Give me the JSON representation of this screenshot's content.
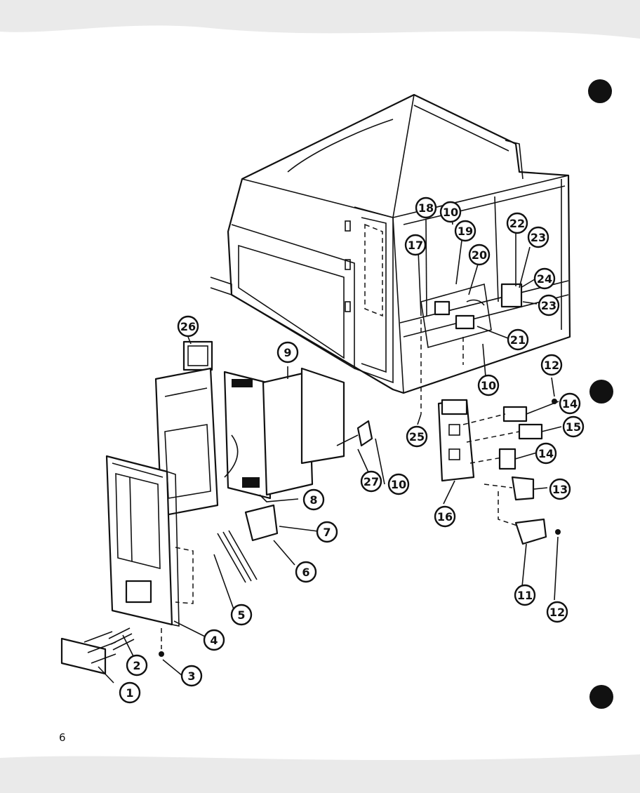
{
  "page_number": "6",
  "callouts": [
    {
      "label": "1"
    },
    {
      "label": "2"
    },
    {
      "label": "3"
    },
    {
      "label": "4"
    },
    {
      "label": "5"
    },
    {
      "label": "6"
    },
    {
      "label": "7"
    },
    {
      "label": "8"
    },
    {
      "label": "9"
    },
    {
      "label": "10"
    },
    {
      "label": "10"
    },
    {
      "label": "10"
    },
    {
      "label": "11"
    },
    {
      "label": "12"
    },
    {
      "label": "12"
    },
    {
      "label": "13"
    },
    {
      "label": "14"
    },
    {
      "label": "14"
    },
    {
      "label": "15"
    },
    {
      "label": "16"
    },
    {
      "label": "17"
    },
    {
      "label": "18"
    },
    {
      "label": "19"
    },
    {
      "label": "20"
    },
    {
      "label": "21"
    },
    {
      "label": "22"
    },
    {
      "label": "23"
    },
    {
      "label": "23"
    },
    {
      "label": "24"
    },
    {
      "label": "25"
    },
    {
      "label": "26"
    },
    {
      "label": "27"
    }
  ],
  "colors": {
    "ink": "#111111",
    "paper": "#ffffff"
  }
}
